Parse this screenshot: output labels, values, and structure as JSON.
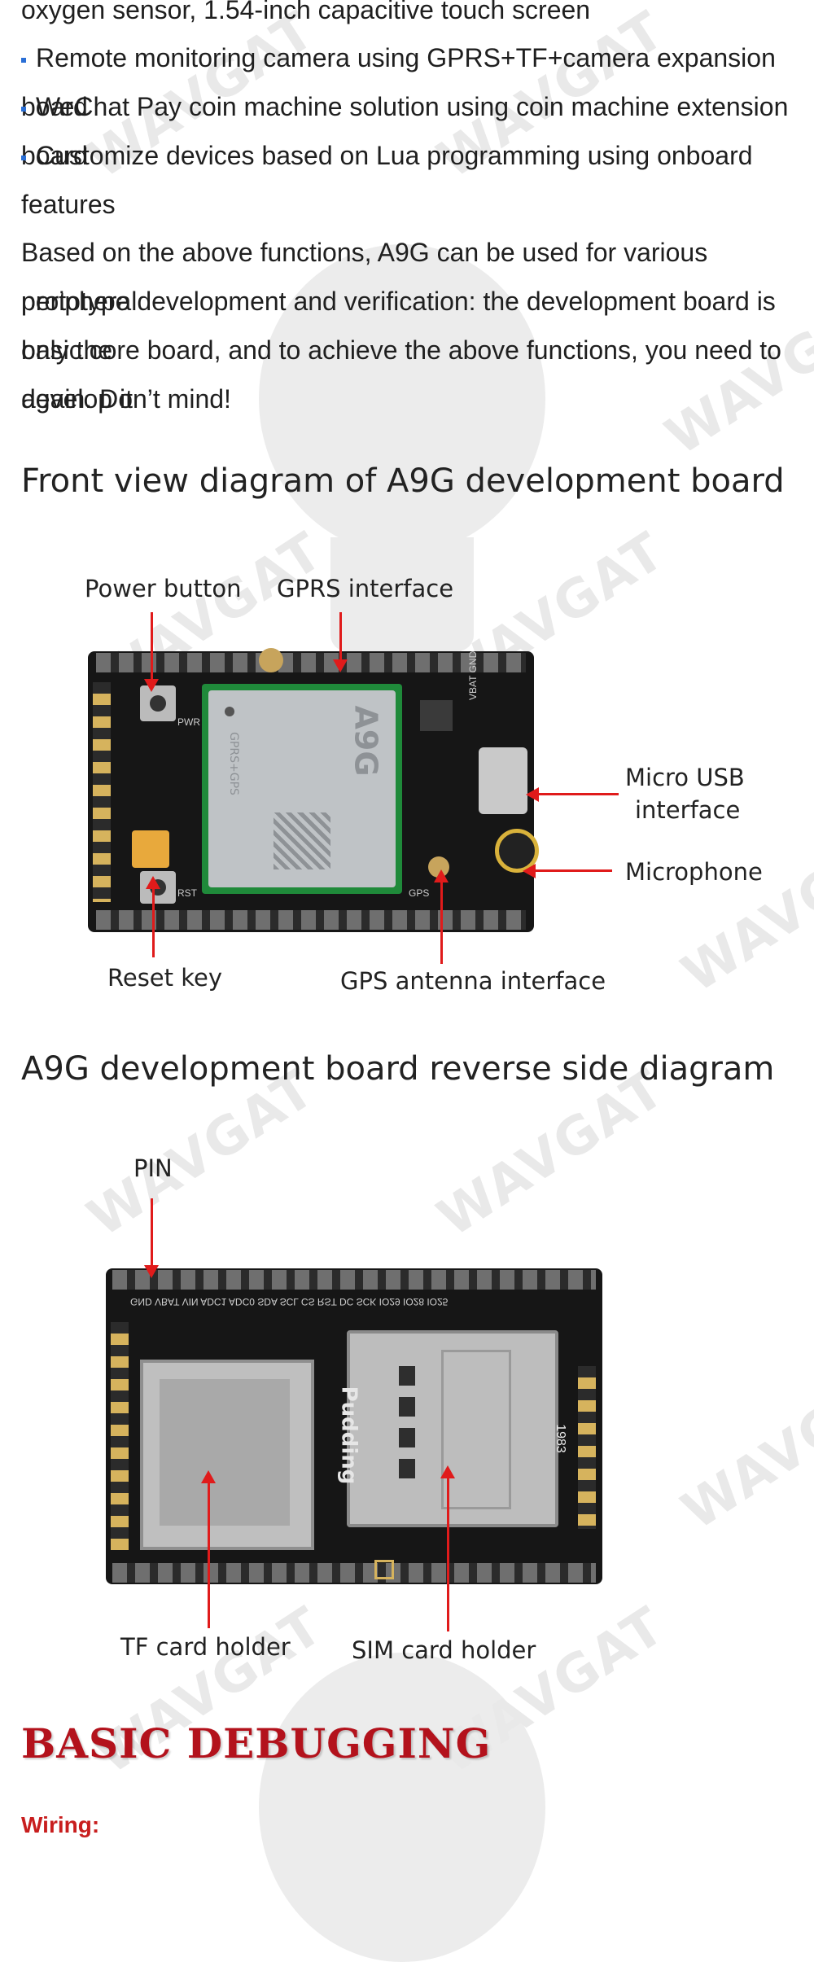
{
  "intro": {
    "line_top": "oxygen sensor, 1.54-inch capacitive touch screen",
    "bullets": [
      "Remote monitoring camera using GPRS+TF+camera expansion board",
      "WeChat Pay coin machine solution using coin machine extension board",
      "Customize devices based on Lua programming using onboard features"
    ],
    "paragraph": [
      "Based on the above functions, A9G can be used for various peripheral",
      "prototype development and verification: the development board is only the",
      "basic core board, and to achieve the above functions, you need to develop it",
      "again. Don’t mind!"
    ]
  },
  "front": {
    "heading": "Front view diagram of A9G development board",
    "labels": {
      "power_button": "Power button",
      "gprs_interface": "GPRS interface",
      "micro_usb_1": "Micro USB",
      "micro_usb_2": "interface",
      "microphone": "Microphone",
      "reset_key": "Reset key",
      "gps_antenna": "GPS antenna interface"
    },
    "board_text": {
      "module": "A9G",
      "module_sub": "GPRS+GPS",
      "pwr": "PWR",
      "rst": "RST",
      "gps": "GPS",
      "vbat_gnd": "VBAT GND"
    }
  },
  "reverse": {
    "heading": "A9G development board reverse side diagram",
    "labels": {
      "pin": "PIN",
      "tf_holder": "TF card holder",
      "sim_holder": "SIM card holder"
    },
    "board_text": {
      "top_pins": "GND VBAT VIN ADC1 ADC0 SDA SCL CS RST DC SCK IO29 IO28 IO25",
      "pudding": "Pudding",
      "chip": "1983"
    }
  },
  "debug": {
    "title": "BASIC DEBUGGING",
    "wiring": "Wiring:"
  },
  "watermark": "WAVGAT",
  "colors": {
    "accent_red": "#e01b1b",
    "title_red": "#b3121c",
    "bullet_blue": "#2a6fd6"
  }
}
